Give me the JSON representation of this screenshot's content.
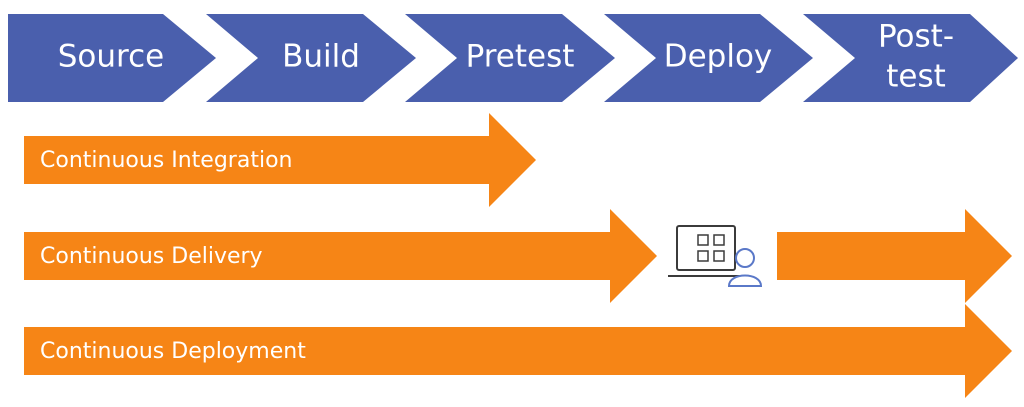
{
  "stages": [
    {
      "label": "Source"
    },
    {
      "label": "Build"
    },
    {
      "label": "Pretest"
    },
    {
      "label": "Deploy"
    },
    {
      "label_line1": "Post-",
      "label_line2": "test"
    }
  ],
  "practices": {
    "integration": {
      "label": "Continuous Integration"
    },
    "delivery": {
      "label": "Continuous Delivery",
      "approval_icon": "manual-approval-icon"
    },
    "deployment": {
      "label": "Continuous Deployment"
    }
  },
  "colors": {
    "stage_fill": "#4a5fad",
    "arrow_fill": "#f68516",
    "icon_stroke": "#3b3b3b",
    "person_stroke": "#5a78c8"
  }
}
